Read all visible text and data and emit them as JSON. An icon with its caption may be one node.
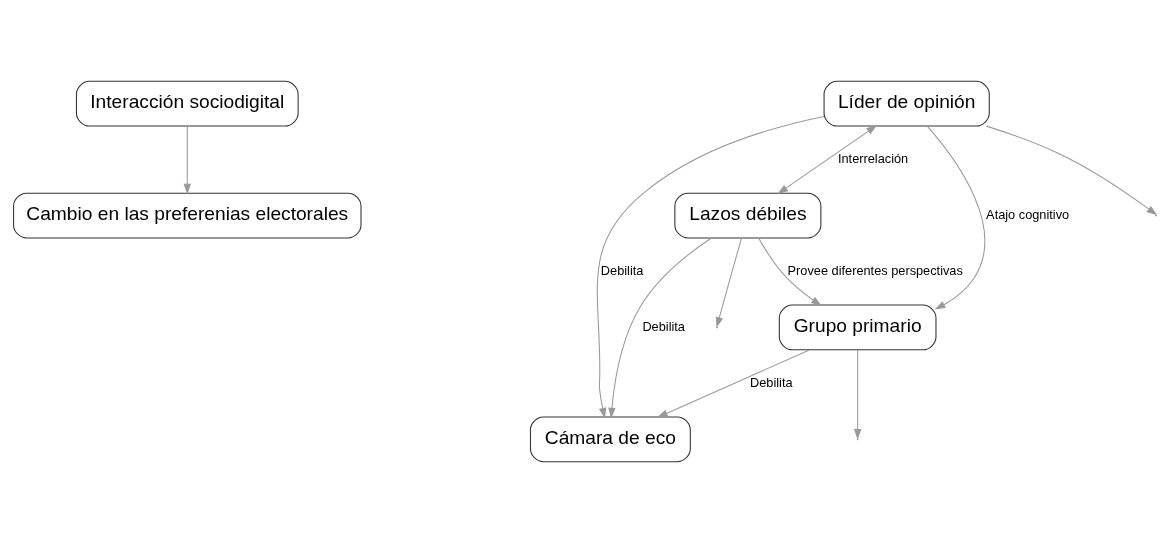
{
  "diagram": {
    "nodes": [
      {
        "text": [
          "Interacción sociodigital"
        ]
      },
      {
        "text": [
          "Cambio en las preferenias electorales"
        ]
      },
      {
        "text": [
          "Líder de opinión"
        ]
      },
      {
        "text": [
          "Lazos débiles"
        ]
      },
      {
        "text": [
          "Grupo primario"
        ]
      },
      {
        "text": [
          "Cámara de eco"
        ]
      }
    ],
    "edges": [
      {
        "from": 0,
        "to": 1,
        "arrow": "to"
      },
      {
        "from": 2,
        "to": null,
        "arrow": "to"
      },
      {
        "from": 3,
        "to": null,
        "arrow": "to"
      },
      {
        "from": 4,
        "to": null,
        "arrow": "to"
      },
      {
        "from": 2,
        "to": 3,
        "arrow": "both",
        "label": "Interrelación"
      },
      {
        "from": 3,
        "to": 4,
        "arrow": "to",
        "label": "Provee diferentes perspectivas"
      },
      {
        "from": 2,
        "to": 4,
        "arrow": "to",
        "label": "Atajo cognitivo"
      },
      {
        "from": 3,
        "to": 5,
        "arrow": "to",
        "label": "Debilita"
      },
      {
        "from": 4,
        "to": 5,
        "arrow": "to",
        "label": "Debilita"
      },
      {
        "from": 2,
        "to": 5,
        "arrow": "to",
        "label": "Debilita"
      }
    ]
  }
}
